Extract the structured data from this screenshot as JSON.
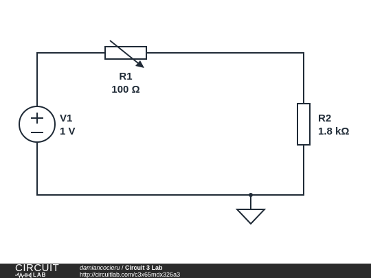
{
  "schematic": {
    "v1": {
      "name": "V1",
      "value": "1 V",
      "plus": "+",
      "minus": "−"
    },
    "r1": {
      "name": "R1",
      "value": "100 Ω"
    },
    "r2": {
      "name": "R2",
      "value": "1.8 kΩ"
    }
  },
  "footer": {
    "brand_top": "CIRCUIT",
    "brand_bottom": "LAB",
    "author": "damiancocieru",
    "separator": " / ",
    "title": "Circuit 3 Lab",
    "url": "http://circuitlab.com/c3x65mdx326a3"
  }
}
